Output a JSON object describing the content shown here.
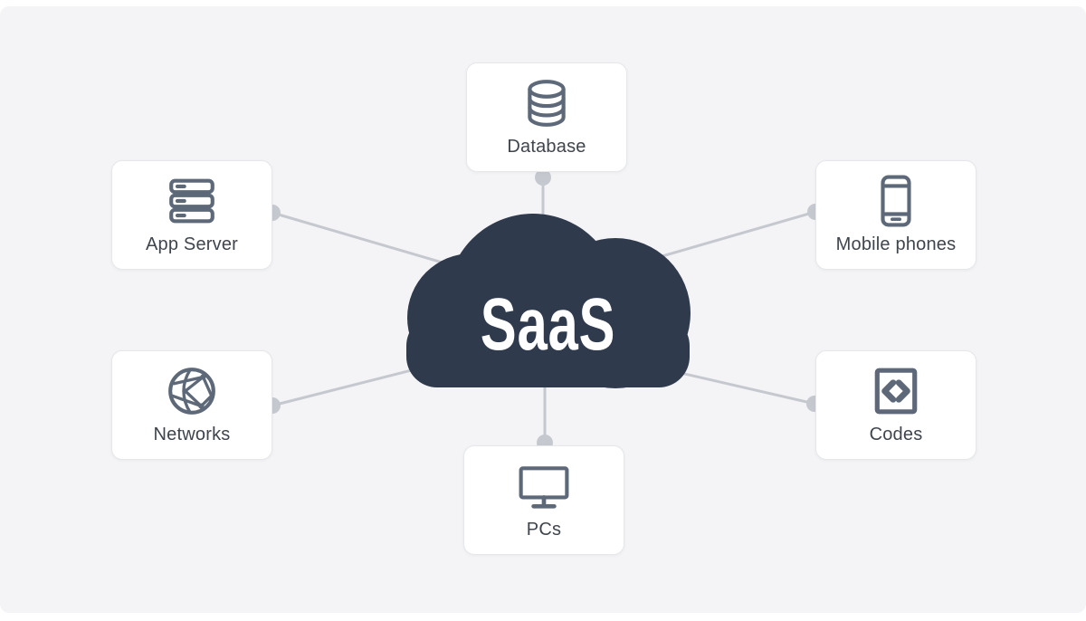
{
  "diagram": {
    "center_node": {
      "label": "SaaS",
      "shape": "cloud"
    },
    "nodes": [
      {
        "id": "database",
        "label": "Database",
        "icon": "database-icon",
        "position": "top"
      },
      {
        "id": "app-server",
        "label": "App Server",
        "icon": "server-icon",
        "position": "upper-left"
      },
      {
        "id": "mobile-phones",
        "label": "Mobile phones",
        "icon": "smartphone-icon",
        "position": "upper-right"
      },
      {
        "id": "networks",
        "label": "Networks",
        "icon": "globe-network-icon",
        "position": "lower-left"
      },
      {
        "id": "codes",
        "label": "Codes",
        "icon": "code-brackets-icon",
        "position": "lower-right"
      },
      {
        "id": "pcs",
        "label": "PCs",
        "icon": "monitor-icon",
        "position": "bottom"
      }
    ],
    "edges": [
      {
        "from": "SaaS",
        "to": "Database"
      },
      {
        "from": "SaaS",
        "to": "App Server"
      },
      {
        "from": "SaaS",
        "to": "Mobile phones"
      },
      {
        "from": "SaaS",
        "to": "Networks"
      },
      {
        "from": "SaaS",
        "to": "Codes"
      },
      {
        "from": "SaaS",
        "to": "PCs"
      }
    ],
    "colors": {
      "background": "#f4f4f6",
      "card_background": "#ffffff",
      "card_border": "#e5e7ea",
      "icon": "#5d6878",
      "label": "#3f444d",
      "connector": "#c5c9cf",
      "cloud": "#2f3a4d",
      "cloud_text": "#ffffff"
    }
  }
}
